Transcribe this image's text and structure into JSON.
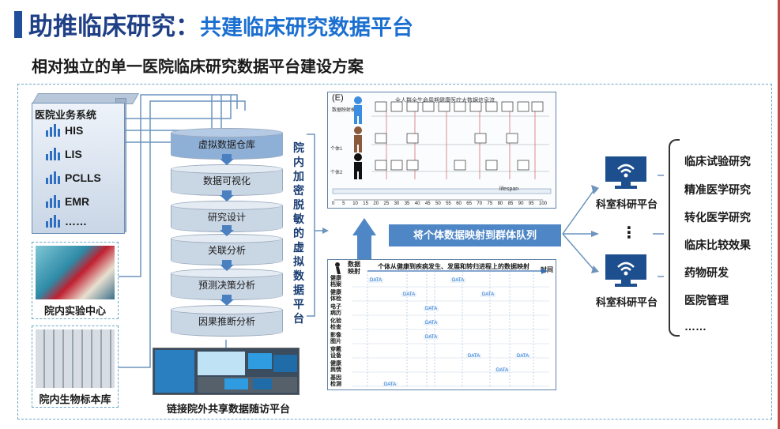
{
  "header": {
    "title_main": "助推临床研究：",
    "title_sub": "共建临床研究数据平台",
    "subtitle": "相对独立的单一医院临床研究数据平台建设方案"
  },
  "his": {
    "title": "医院业务系统",
    "items": [
      "HIS",
      "LIS",
      "PCLLS",
      "EMR",
      "……"
    ]
  },
  "lab": {
    "label": "院内实验中心"
  },
  "biobank": {
    "label": "院内生物标本库"
  },
  "pipeline": {
    "stages": [
      "虚拟数据仓库",
      "数据可视化",
      "研究设计",
      "关联分析",
      "预测决策分析",
      "因果推断分析"
    ],
    "vertical_label": [
      "院",
      "内",
      "加",
      "密",
      "脱",
      "敏",
      "的",
      "虚",
      "拟",
      "数",
      "据",
      "平",
      "台"
    ]
  },
  "share": {
    "label": "链接院外共享数据随访平台"
  },
  "panel_e": {
    "tag": "(E)",
    "title": "全人群全生命周期健康医疗大数据信息流",
    "model_label": "数据映射模型",
    "rows": [
      "个体1",
      "个体2"
    ],
    "footer": "lifespan",
    "axis_ticks": [
      "0",
      "5",
      "10",
      "15",
      "20",
      "25",
      "30",
      "35",
      "40",
      "45",
      "50",
      "55",
      "60",
      "65",
      "70",
      "75",
      "80",
      "85",
      "90",
      "95",
      "100"
    ]
  },
  "panel_map": {
    "header_left": "数据映射",
    "header_title": "个体从健康到疾病发生、发展和转归进程上的数据映射",
    "axis_label": "时间",
    "rows": [
      "健康档案",
      "健康体检",
      "电子病历",
      "化验检查",
      "影像图片",
      "穿戴设备",
      "健康舆情",
      "基因检测"
    ],
    "data_tag": "DATA"
  },
  "mapping": {
    "banner": "将个体数据映射到群体队列"
  },
  "platforms": {
    "top": "科室科研平台",
    "ellipsis": "⋮",
    "bottom": "科室科研平台"
  },
  "applications": [
    "临床试验研究",
    "精准医学研究",
    "转化医学研究",
    "临床比较效果",
    "药物研发",
    "医院管理",
    "……"
  ],
  "colors": {
    "accent": "#1f4e9a",
    "sub_accent": "#1b6fd1",
    "banner": "#4f87c6"
  }
}
